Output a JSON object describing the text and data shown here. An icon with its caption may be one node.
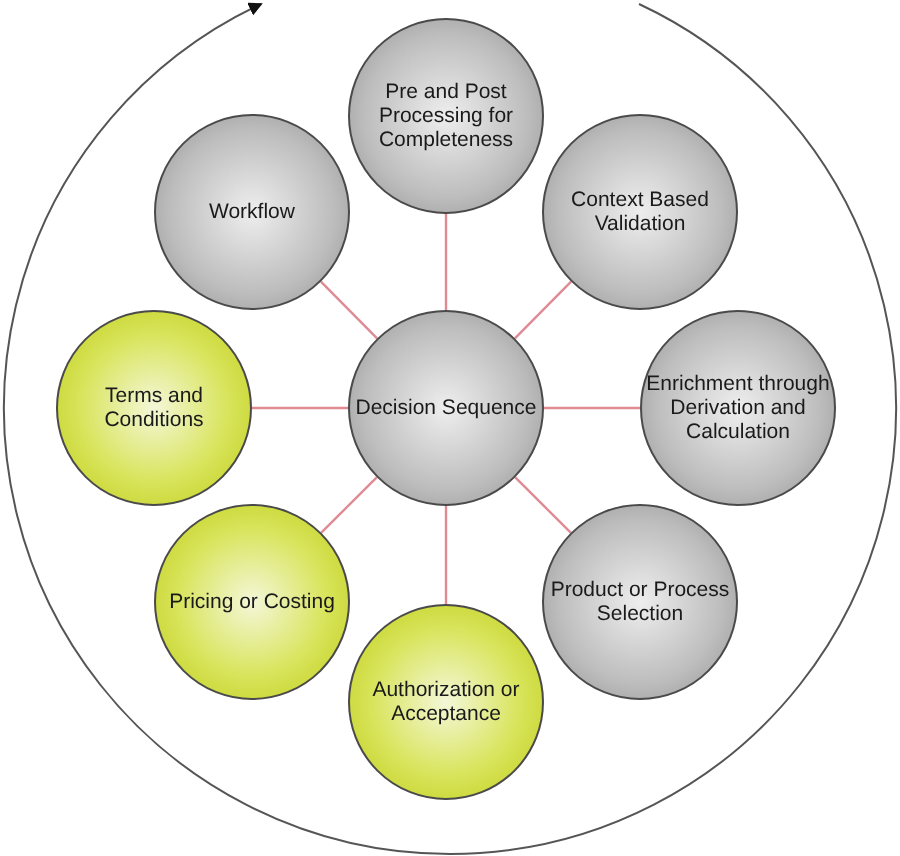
{
  "diagram": {
    "nodes": [
      {
        "text": [
          "Pre and Post Processing for Completeness"
        ]
      },
      {
        "text": [
          "Workflow"
        ]
      },
      {
        "text": [
          "Context Based Validation"
        ]
      },
      {
        "text": [
          "Terms and Conditions"
        ]
      },
      {
        "text": [
          "Decision Sequence"
        ]
      },
      {
        "text": [
          "Enrichment through Derivation and Calculation"
        ]
      },
      {
        "text": [
          "Pricing or Costing"
        ]
      },
      {
        "text": [
          "Product or Process Selection"
        ]
      },
      {
        "text": [
          "Authorization or Acceptance"
        ]
      }
    ],
    "edges": [
      {
        "from": 4,
        "to": 0,
        "arrow": "none"
      },
      {
        "from": 4,
        "to": 1,
        "arrow": "none"
      },
      {
        "from": 4,
        "to": 2,
        "arrow": "none"
      },
      {
        "from": 4,
        "to": 3,
        "arrow": "none"
      },
      {
        "from": 4,
        "to": 5,
        "arrow": "none"
      },
      {
        "from": 4,
        "to": 6,
        "arrow": "none"
      },
      {
        "from": 4,
        "to": 7,
        "arrow": "none"
      },
      {
        "from": 4,
        "to": 8,
        "arrow": "none"
      }
    ]
  }
}
